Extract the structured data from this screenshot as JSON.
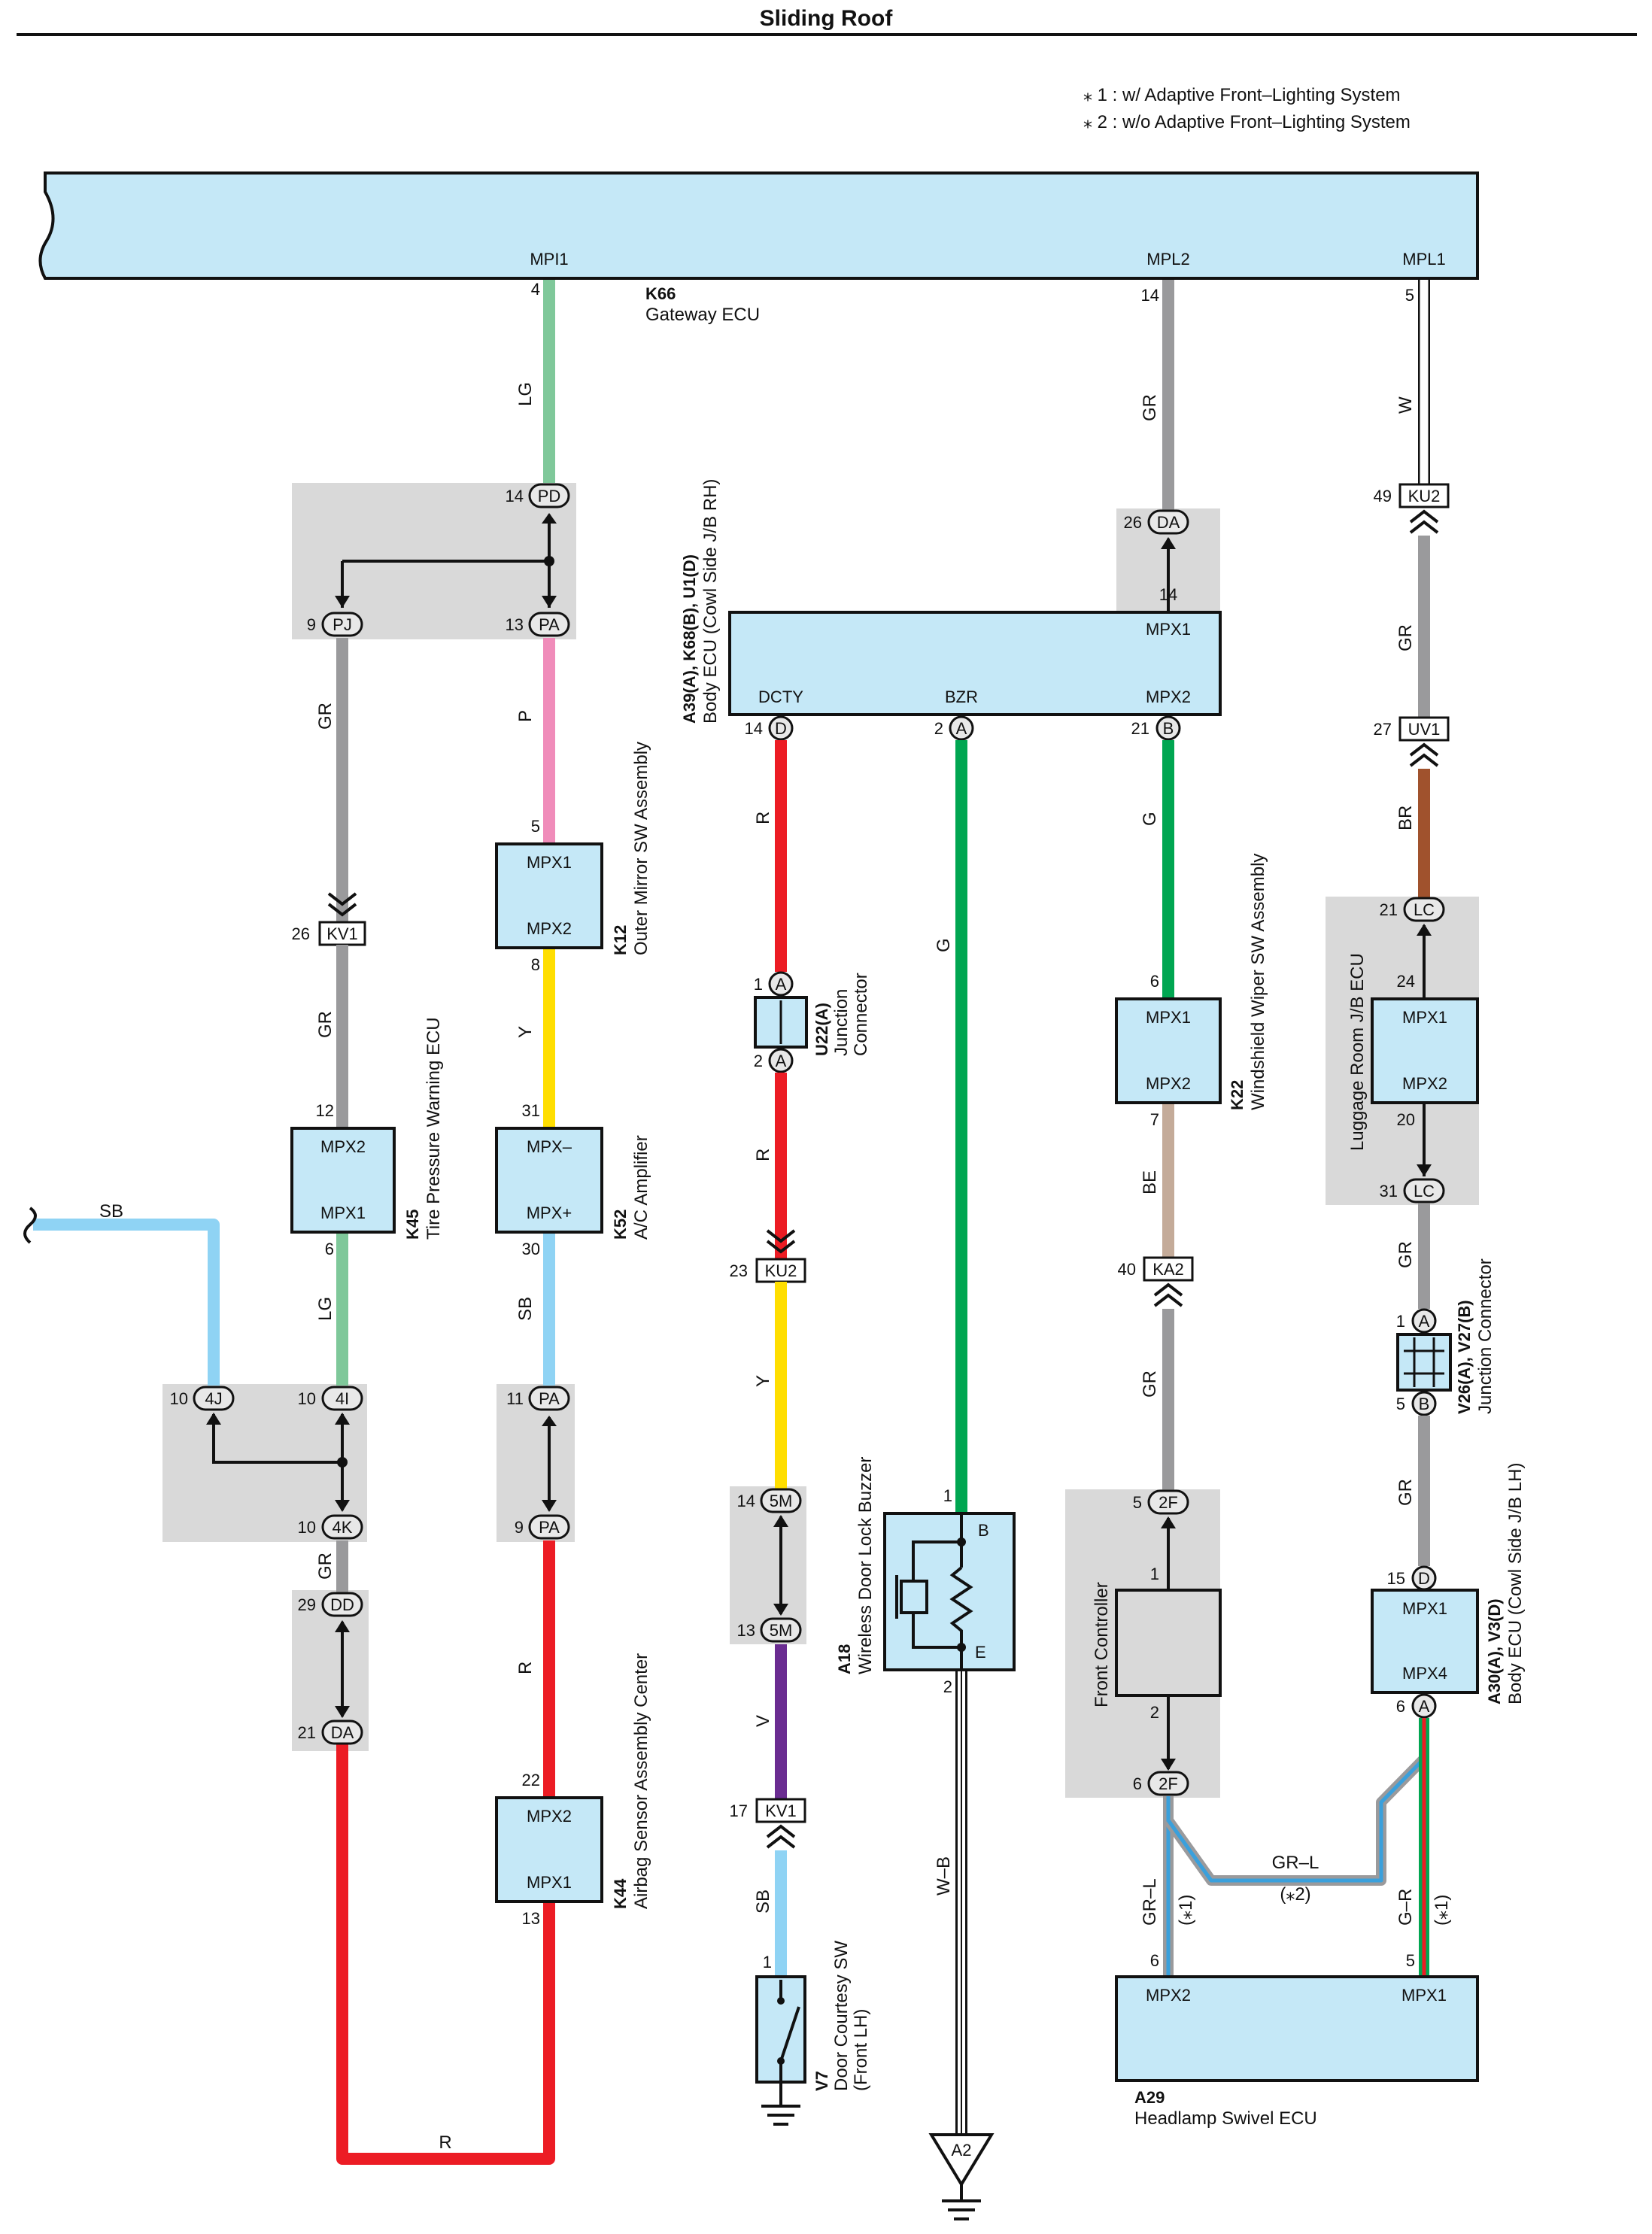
{
  "title": "Sliding Roof",
  "notes": [
    "⁎ 1 : w/ Adaptive Front–Lighting System",
    "⁎ 2 : w/o Adaptive Front–Lighting System"
  ],
  "components": {
    "gateway": {
      "code": "K66",
      "name": "Gateway ECU",
      "pins": {
        "mpi1": "MPI1",
        "mpl2": "MPL2",
        "mpl1": "MPL1"
      }
    },
    "body_ecu_rh": {
      "code": "A39(A), K68(B), U1(D)",
      "name": "Body ECU (Cowl Side J/B RH)",
      "pins": {
        "mpx1": "MPX1",
        "dcty": "DCTY",
        "bzr": "BZR",
        "mpx2": "MPX2"
      }
    },
    "outer_mirror": {
      "code": "K12",
      "name": "Outer Mirror SW Assembly",
      "pins": [
        "MPX1",
        "MPX2"
      ]
    },
    "ac_amp": {
      "code": "K52",
      "name": "A/C Amplifier",
      "pins": [
        "MPX–",
        "MPX+"
      ]
    },
    "tpw_ecu": {
      "code": "K45",
      "name": "Tire Pressure Warning ECU",
      "pins": [
        "MPX2",
        "MPX1"
      ]
    },
    "airbag": {
      "code": "K44",
      "name": "Airbag Sensor Assembly Center",
      "pins": [
        "MPX2",
        "MPX1"
      ]
    },
    "junction_u22": {
      "code": "U22(A)",
      "name1": "Junction",
      "name2": "Connector"
    },
    "buzzer": {
      "code": "A18",
      "name": "Wireless Door Lock Buzzer",
      "pins": [
        "B",
        "E"
      ]
    },
    "door_sw": {
      "code": "V7",
      "name1": "Door Courtesy SW",
      "name2": "(Front LH)"
    },
    "wiper_sw": {
      "code": "K22",
      "name": "Windshield Wiper SW Assembly",
      "pins": [
        "MPX1",
        "MPX2"
      ]
    },
    "front_ctrl": {
      "name": "Front Controller"
    },
    "luggage_jb": {
      "name": "Luggage Room J/B ECU",
      "pins": [
        "MPX1",
        "MPX2"
      ]
    },
    "junction_v26": {
      "code": "V26(A), V27(B)",
      "name": "Junction Connector"
    },
    "body_ecu_lh": {
      "code": "A30(A), V3(D)",
      "name": "Body ECU (Cowl Side J/B LH)",
      "pins": [
        "MPX1",
        "MPX4"
      ]
    },
    "headlamp": {
      "code": "A29",
      "name": "Headlamp Swivel ECU",
      "pins": [
        "MPX2",
        "MPX1"
      ]
    },
    "ground": {
      "name": "A2"
    }
  },
  "wires": {
    "lg": "LG",
    "gr": "GR",
    "w": "W",
    "p": "P",
    "y": "Y",
    "sb": "SB",
    "r": "R",
    "g": "G",
    "br": "BR",
    "be": "BE",
    "v": "V",
    "wb": "W–B",
    "grl": "GR–L",
    "gr_r": "G–R",
    "n1": "(⁎1)",
    "n2": "(⁎2)"
  },
  "connectors": {
    "pd": "PD",
    "pj": "PJ",
    "pa": "PA",
    "kv1": "KV1",
    "j4": "4J",
    "i4": "4I",
    "k4": "4K",
    "dd": "DD",
    "da": "DA",
    "d": "D",
    "a": "A",
    "b": "B",
    "ku2": "KU2",
    "m5": "5M",
    "uv1": "UV1",
    "lc": "LC",
    "ka2": "KA2",
    "f2": "2F"
  },
  "pins": {
    "p1": "1",
    "p2": "2",
    "p4": "4",
    "p5": "5",
    "p6": "6",
    "p7": "7",
    "p8": "8",
    "p9": "9",
    "p10": "10",
    "p11": "11",
    "p12": "12",
    "p13": "13",
    "p14": "14",
    "p15": "15",
    "p17": "17",
    "p20": "20",
    "p21": "21",
    "p22": "22",
    "p23": "23",
    "p24": "24",
    "p26": "26",
    "p27": "27",
    "p29": "29",
    "p30": "30",
    "p31": "31",
    "p40": "40",
    "p49": "49"
  },
  "colors": {
    "LG": "#7fc89a",
    "GR": "#9a9a9c",
    "W": "#ffffff",
    "P": "#f08cba",
    "Y": "#ffde00",
    "SB": "#8fd3f4",
    "R": "#ec1c24",
    "G": "#00a651",
    "BR": "#a0522d",
    "BE": "#c4ab99",
    "V": "#6a2c91",
    "box": "#c5e8f7",
    "shade": "#d9d9d9"
  }
}
